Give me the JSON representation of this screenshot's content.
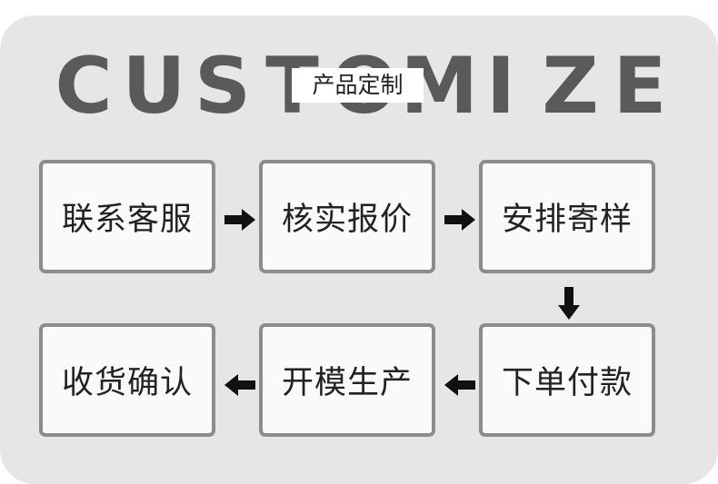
{
  "header": {
    "title_letters": [
      "C",
      "U",
      "S",
      "T",
      "O",
      "M",
      "I",
      "Z",
      "E"
    ],
    "subtitle": "产品定制"
  },
  "steps": [
    {
      "label": "联系客服"
    },
    {
      "label": "核实报价"
    },
    {
      "label": "安排寄样"
    },
    {
      "label": "下单付款"
    },
    {
      "label": "开模生产"
    },
    {
      "label": "收货确认"
    }
  ],
  "colors": {
    "panel_background": "#e6e6e6",
    "box_border": "#8c8c8c",
    "box_fill": "#fafafa",
    "title_text": "#5a5a5a",
    "arrow": "#111111"
  }
}
